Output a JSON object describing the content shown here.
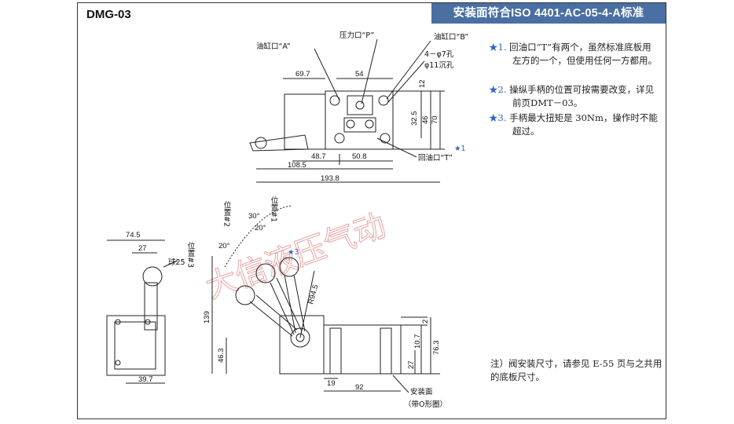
{
  "header": {
    "model": "DMG-03",
    "standard": "安装面符合ISO 4401-AC-05-4-A标准"
  },
  "notes": [
    {
      "mark": "★1.",
      "text": "回油口“T”有两个，虽然标准底板用左方的一个，但使用任何一方都用。"
    },
    {
      "mark": "★2.",
      "text": "操纵手柄的位置可按需要改变，详见前页DMT－03。"
    },
    {
      "mark": "★3.",
      "text": "手柄最大扭矩是 30Nm，操作时不能超过。"
    }
  ],
  "footnote": "注）阀安装尺寸，请参见 E-55 页与之共用的底板尺寸。",
  "top_view": {
    "labels": {
      "port_a": "油缸口“A”",
      "port_p": "压力口“P”",
      "port_b": "油缸口“B”",
      "port_t": "回油口“T”",
      "holes": "4－φ7孔",
      "counterbore": "φ11沉孔",
      "star": "★1"
    },
    "dims": {
      "d69_7": "69.7",
      "d54": "54",
      "d12": "12",
      "d32_5": "32.5",
      "d46": "46",
      "d70": "70",
      "d48_7": "48.7",
      "d50_8": "50.8",
      "d108_5": "108.5",
      "d193_8": "193.8"
    }
  },
  "side_view": {
    "labels": {
      "pos1": "位置#1",
      "pos2": "位置#2",
      "pos3": "位置#3",
      "ball": "球25",
      "mount": "安装面",
      "oring": "（带O形圈）",
      "star": "★3"
    },
    "angles": {
      "a30": "30°",
      "a20a": "20°",
      "a20b": "20°"
    },
    "dims": {
      "d74_5": "74.5",
      "d27a": "27",
      "d139": "139",
      "d46_3": "46.3",
      "d39_7": "39.7",
      "d94_5": "R94.5",
      "d2": "2",
      "d10_7": "10.7",
      "d27b": "27",
      "d76_3": "76.3",
      "d19": "19",
      "d92": "92"
    }
  },
  "watermark": "大信液压气动"
}
